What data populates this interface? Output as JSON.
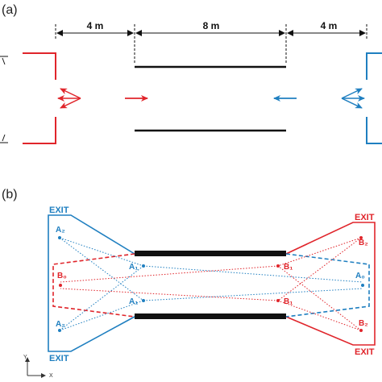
{
  "panels": {
    "a": {
      "label": "(a)",
      "dims": [
        "4 m",
        "8 m",
        "4 m"
      ]
    },
    "b": {
      "label": "(b)",
      "exits": {
        "left_top": "EXIT",
        "left_bottom": "EXIT",
        "right_top": "EXIT",
        "right_bottom": "EXIT"
      },
      "points": {
        "a2_top": "A₂",
        "a1_top": "A₁",
        "a1_bottom": "A₁",
        "a2_bottom": "A₂",
        "a0": "A₀",
        "b2_top": "B₂",
        "b1_top": "B₁",
        "b1_bottom": "B₁",
        "b2_bottom": "B₂",
        "b0": "B₀"
      },
      "axes": {
        "y": "Y",
        "x": "X"
      }
    }
  },
  "colors": {
    "red": "#e0252b",
    "blue": "#1f7fc0",
    "wall": "#111111",
    "dim": "#111111"
  }
}
